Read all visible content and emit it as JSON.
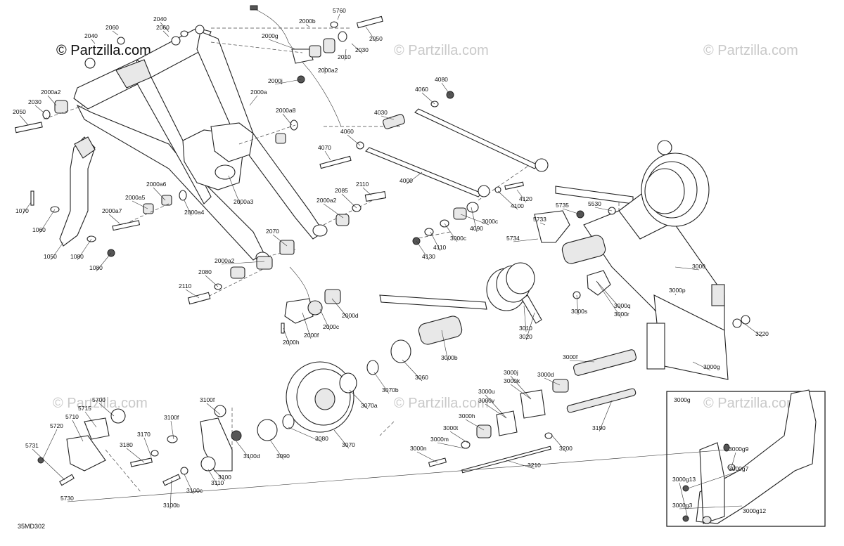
{
  "watermark": "© Partzilla.com",
  "brand": "© Partzilla.com",
  "diagram_code": "35MD302",
  "inset_title": "3000g",
  "parts": [
    "2060",
    "2040",
    "2060",
    "2040",
    "2000b",
    "5760",
    "2000g",
    "2010",
    "2030",
    "2050",
    "2000a2",
    "2000j",
    "2000a",
    "2000a8",
    "2000a2",
    "2030",
    "2050",
    "4080",
    "4060",
    "4030",
    "4060",
    "4070",
    "4000",
    "4100",
    "4120",
    "2000a6",
    "2000a5",
    "2000a4",
    "2000a3",
    "2000a7",
    "1070",
    "1060",
    "1050",
    "1080",
    "1080",
    "2085",
    "2110",
    "2000a2",
    "4090",
    "3000c",
    "3000c",
    "4110",
    "4130",
    "5735",
    "5530",
    "5733",
    "5734",
    "2070",
    "2000a2",
    "2080",
    "2110",
    "2000c",
    "2000d",
    "2000f",
    "2000h",
    "3000",
    "3000p",
    "3000s",
    "3000q",
    "3000r",
    "3010",
    "3020",
    "3220",
    "3000b",
    "3060",
    "3000g",
    "3070b",
    "3000f",
    "3000j",
    "3000k",
    "3000d",
    "3070a",
    "3070",
    "3000u",
    "3000v",
    "3000h",
    "3000t",
    "3000m",
    "3000n",
    "3190",
    "3200",
    "3210",
    "3080",
    "3090",
    "3100",
    "3100d",
    "3110",
    "3100c",
    "3100b",
    "3170",
    "3180",
    "3100f",
    "3100f",
    "5700",
    "5715",
    "5710",
    "5720",
    "5731",
    "5730",
    "3000g9",
    "3000g7",
    "3000g13",
    "3000g3",
    "3000g12"
  ]
}
